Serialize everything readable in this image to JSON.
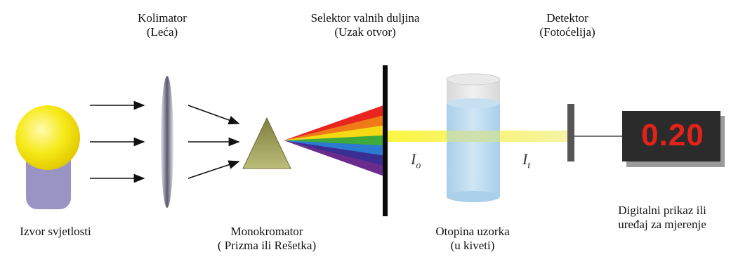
{
  "labels": {
    "source": "Izvor svjetlosti",
    "collimator_line1": "Kolimator",
    "collimator_line2": "(Leća)",
    "selector_line1": "Selektor valnih duljina",
    "selector_line2": "(Uzak otvor)",
    "detector_line1": "Detektor",
    "detector_line2": "(Fotoćelija)",
    "monochromator_line1": "Monokromator",
    "monochromator_line2": "( Prizma ili Rešetka)",
    "sample_line1": "Otopina uzorka",
    "sample_line2": "(u kiveti)",
    "display_line1": "Digitalni prikaz ili",
    "display_line2": "uređaj za mjerenje",
    "i0_main": "I",
    "i0_sub": "o",
    "it_main": "I",
    "it_sub": "t"
  },
  "display": {
    "value": "0.20"
  },
  "colors": {
    "lamp": "#f7ea1a",
    "lamp_base": "#9a94c4",
    "prism": "#a3a357",
    "beam": "#f4f06a",
    "cuvette_liquid": "#b7d8ee",
    "display_bg": "#2b2b2b",
    "display_text": "#e3221b",
    "spectrum": [
      "#e8251e",
      "#f07a17",
      "#f4d913",
      "#3faa3a",
      "#2a7bd1",
      "#3b2e93",
      "#6a2c8c"
    ]
  }
}
